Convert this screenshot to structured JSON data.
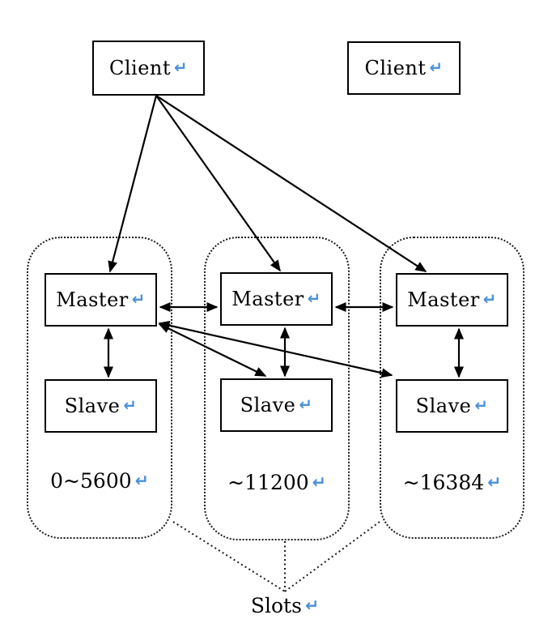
{
  "diagram": {
    "return_mark": "↵",
    "colors": {
      "line": "#000000",
      "box_border": "#000000",
      "return_mark": "#4a90d9",
      "background": "#ffffff"
    },
    "clients": [
      {
        "label": "Client"
      },
      {
        "label": "Client"
      }
    ],
    "groups": [
      {
        "master_label": "Master",
        "slave_label": "Slave",
        "slot_range": "0~5600"
      },
      {
        "master_label": "Master",
        "slave_label": "Slave",
        "slot_range": "~11200"
      },
      {
        "master_label": "Master",
        "slave_label": "Slave",
        "slot_range": "~16384"
      }
    ],
    "slots_label": "Slots",
    "connections": [
      {
        "from": "client-1",
        "to": "master-1",
        "type": "single-arrow"
      },
      {
        "from": "client-1",
        "to": "master-2",
        "type": "single-arrow"
      },
      {
        "from": "client-1",
        "to": "master-3",
        "type": "single-arrow"
      },
      {
        "from": "master-1",
        "to": "master-2",
        "type": "double-arrow"
      },
      {
        "from": "master-2",
        "to": "master-3",
        "type": "double-arrow"
      },
      {
        "from": "master-1",
        "to": "slave-1",
        "type": "double-arrow"
      },
      {
        "from": "master-2",
        "to": "slave-2",
        "type": "double-arrow"
      },
      {
        "from": "master-3",
        "to": "slave-3",
        "type": "double-arrow"
      },
      {
        "from": "master-1",
        "to": "slave-2",
        "type": "double-arrow"
      },
      {
        "from": "master-1",
        "to": "slave-3",
        "type": "double-arrow"
      },
      {
        "from": "group-1",
        "to": "slots-label",
        "type": "dotted-line"
      },
      {
        "from": "group-2",
        "to": "slots-label",
        "type": "dotted-line"
      },
      {
        "from": "group-3",
        "to": "slots-label",
        "type": "dotted-line"
      }
    ]
  }
}
